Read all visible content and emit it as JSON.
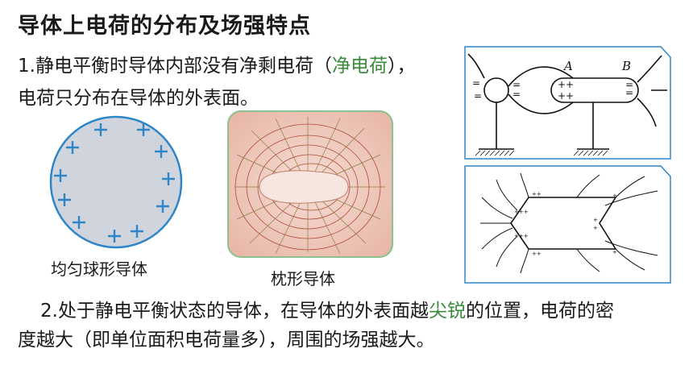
{
  "title": "导体上电荷的分布及场强特点",
  "point1": {
    "line1_before": "1.静电平衡时导体内部没有净剩电荷（",
    "line1_highlight": "净电荷",
    "line1_after": "），",
    "line2": "电荷只分布在导体的外表面。"
  },
  "figures": {
    "sphere_caption": "均匀球形导体",
    "pillow_caption": "枕形导体",
    "top_right_labels": {
      "a": "A",
      "b": "B"
    }
  },
  "point2": {
    "line1_before": "2.处于静电平衡状态的导体，在导体的外表面越",
    "line1_highlight": "尖锐",
    "line1_after": "的位置，电荷的密",
    "line2": "度越大（即单位面积电荷量多），周围的场强越大。"
  },
  "colors": {
    "highlight": "#3a8a3a",
    "sphere_fill": "#d0d5dd",
    "sphere_stroke": "#2e86c8",
    "plus": "#2e86c8"
  }
}
